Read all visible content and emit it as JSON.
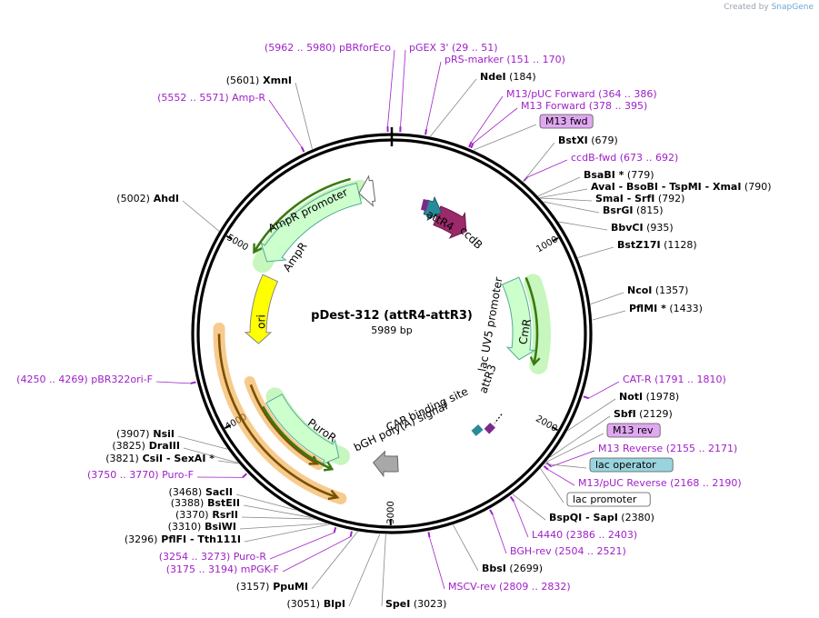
{
  "credit": {
    "prefix": "Created by",
    "brand": "SnapGene"
  },
  "plasmid": {
    "name": "pDest-312 (attR4-attR3)",
    "length": "5989 bp"
  },
  "tick_labels": [
    "1000",
    "2000",
    "3000",
    "4000",
    "5000"
  ],
  "features": [
    {
      "id": "ampr-promoter",
      "label": "AmpR promoter",
      "color": "#ffffff"
    },
    {
      "id": "ampr",
      "label": "AmpR",
      "color": "#ccffcc"
    },
    {
      "id": "ori",
      "label": "ori",
      "color": "#ffff00"
    },
    {
      "id": "puror",
      "label": "PuroR",
      "color": "#ccffcc"
    },
    {
      "id": "bgh",
      "label": "bGH poly(A) signal",
      "color": "#a8a8a8"
    },
    {
      "id": "cap",
      "label": "CAP binding site",
      "color": "#2a8a9a"
    },
    {
      "id": "attr3",
      "label": "attR3",
      "color": "#7a2a8a"
    },
    {
      "id": "lacuv5",
      "label": "lac UV5 promoter",
      "color": "#ffffff"
    },
    {
      "id": "cmr",
      "label": "CmR",
      "color": "#ccffcc"
    },
    {
      "id": "ccdb",
      "label": "ccdB",
      "color": "#9b2a6a"
    },
    {
      "id": "attr4",
      "label": "attR4",
      "color": "#7a2a8a"
    }
  ],
  "sites": [
    {
      "name": "pBRforEco",
      "range": "(5962 .. 5980)",
      "type": "primer"
    },
    {
      "name": "pGEX 3'",
      "range": "(29 .. 51)",
      "type": "primer"
    },
    {
      "name": "pRS-marker",
      "range": "(151 .. 170)",
      "type": "primer"
    },
    {
      "name": "NdeI",
      "pos": "(184)",
      "type": "enzyme"
    },
    {
      "name": "M13/pUC Forward",
      "range": "(364 .. 386)",
      "type": "primer"
    },
    {
      "name": "M13 Forward",
      "range": "(378 .. 395)",
      "type": "primer"
    },
    {
      "name": "M13 fwd",
      "type": "boxed"
    },
    {
      "name": "BstXI",
      "pos": "(679)",
      "type": "enzyme"
    },
    {
      "name": "ccdB-fwd",
      "range": "(673 .. 692)",
      "type": "primer"
    },
    {
      "name": "BsaBI *",
      "pos": "(779)",
      "type": "enzyme"
    },
    {
      "name": "AvaI",
      "extra": "- BsoBI",
      "extra2": "- TspMI",
      "extra3": "- XmaI",
      "pos": "(790)",
      "type": "enzyme"
    },
    {
      "name": "SmaI",
      "extra": "- SrfI",
      "pos": "(792)",
      "type": "enzyme"
    },
    {
      "name": "BsrGI",
      "pos": "(815)",
      "type": "enzyme"
    },
    {
      "name": "BbvCI",
      "pos": "(935)",
      "type": "enzyme"
    },
    {
      "name": "BstZ17I",
      "pos": "(1128)",
      "type": "enzyme"
    },
    {
      "name": "NcoI",
      "pos": "(1357)",
      "type": "enzyme"
    },
    {
      "name": "PflMI *",
      "pos": "(1433)",
      "type": "enzyme"
    },
    {
      "name": "CAT-R",
      "range": "(1791 .. 1810)",
      "type": "primer"
    },
    {
      "name": "NotI",
      "pos": "(1978)",
      "type": "enzyme"
    },
    {
      "name": "SbfI",
      "pos": "(2129)",
      "type": "enzyme"
    },
    {
      "name": "M13 rev",
      "type": "boxed"
    },
    {
      "name": "M13 Reverse",
      "range": "(2155 .. 2171)",
      "type": "primer"
    },
    {
      "name": "lac operator",
      "type": "boxed-teal"
    },
    {
      "name": "M13/pUC Reverse",
      "range": "(2168 .. 2190)",
      "type": "primer"
    },
    {
      "name": "lac promoter",
      "type": "boxed-white"
    },
    {
      "name": "BspQI",
      "extra": "- SapI",
      "pos": "(2380)",
      "type": "enzyme"
    },
    {
      "name": "L4440",
      "range": "(2386 .. 2403)",
      "type": "primer"
    },
    {
      "name": "BGH-rev",
      "range": "(2504 .. 2521)",
      "type": "primer"
    },
    {
      "name": "BbsI",
      "pos": "(2699)",
      "type": "enzyme"
    },
    {
      "name": "MSCV-rev",
      "range": "(2809 .. 2832)",
      "type": "primer"
    },
    {
      "name": "SpeI",
      "pos": "(3023)",
      "type": "enzyme"
    },
    {
      "name": "BlpI",
      "pos": "(3051)",
      "type": "enzyme"
    },
    {
      "name": "PpuMI",
      "pos": "(3157)",
      "type": "enzyme"
    },
    {
      "name": "mPGK-F",
      "range": "(3175 .. 3194)",
      "type": "primer"
    },
    {
      "name": "Puro-R",
      "range": "(3254 .. 3273)",
      "type": "primer"
    },
    {
      "name": "PflFI",
      "extra": "- Tth111I",
      "pos": "(3296)",
      "type": "enzyme"
    },
    {
      "name": "BsiWI",
      "pos": "(3310)",
      "type": "enzyme"
    },
    {
      "name": "RsrII",
      "pos": "(3370)",
      "type": "enzyme"
    },
    {
      "name": "BstEII",
      "pos": "(3388)",
      "type": "enzyme"
    },
    {
      "name": "SacII",
      "pos": "(3468)",
      "type": "enzyme"
    },
    {
      "name": "Puro-F",
      "range": "(3750 .. 3770)",
      "type": "primer"
    },
    {
      "name": "CsiI",
      "extra": "- SexAI *",
      "pos": "(3821)",
      "type": "enzyme"
    },
    {
      "name": "DraIII",
      "pos": "(3825)",
      "type": "enzyme"
    },
    {
      "name": "NsiI",
      "pos": "(3907)",
      "type": "enzyme"
    },
    {
      "name": "pBR322ori-F",
      "range": "(4250 .. 4269)",
      "type": "primer"
    },
    {
      "name": "AhdI",
      "pos": "(5002)",
      "type": "enzyme"
    },
    {
      "name": "Amp-R",
      "range": "(5552 .. 5571)",
      "type": "primer"
    },
    {
      "name": "XmnI",
      "pos": "(5601)",
      "type": "enzyme"
    }
  ],
  "colors": {
    "primer": "#a020c8",
    "enzyme": "#000000",
    "leader": "#888888",
    "backbone": "#000000",
    "orange": "#f0a030",
    "dark_green": "#3a7a10"
  }
}
